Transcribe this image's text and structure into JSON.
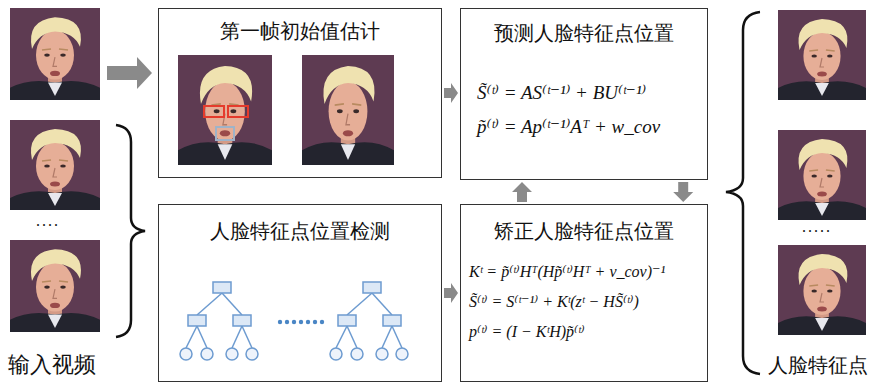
{
  "diagram": {
    "nodes": [
      {
        "text": [
          "第一帧初始值估计"
        ]
      },
      {
        "text": [
          "预测人脸特征点位置",
          "S̃⁽ᵗ⁾ = AS⁽ᵗ⁻¹⁾ + BU⁽ᵗ⁻¹⁾",
          "p̃⁽ᵗ⁾ = Ap⁽ᵗ⁻¹⁾Aᵀ + w_cov"
        ]
      },
      {
        "text": [
          "人脸特征点位置检测"
        ]
      },
      {
        "text": [
          "矫正人脸特征点位置",
          "Kᵗ = p̃⁽ᵗ⁾Hᵀ(Hp̃⁽ᵗ⁾Hᵀ + v_cov)⁻¹",
          "S̃⁽ᵗ⁾ = S⁽ᵗ⁻¹⁾ + Kᵗ(zᵗ − HS̃⁽ᵗ⁾)",
          "p⁽ᵗ⁾ = (I − KᵗH)p̃⁽ᵗ⁾"
        ]
      }
    ],
    "edges": [
      {
        "from": 0,
        "to": 1,
        "arrow": "to"
      },
      {
        "from": 2,
        "to": 3,
        "arrow": "to"
      },
      {
        "from": 3,
        "to": 1,
        "arrow": "to"
      },
      {
        "from": 1,
        "to": 3,
        "arrow": "to"
      }
    ],
    "labels": [
      "输入视频",
      "人脸特征点",
      "....",
      "....."
    ]
  }
}
